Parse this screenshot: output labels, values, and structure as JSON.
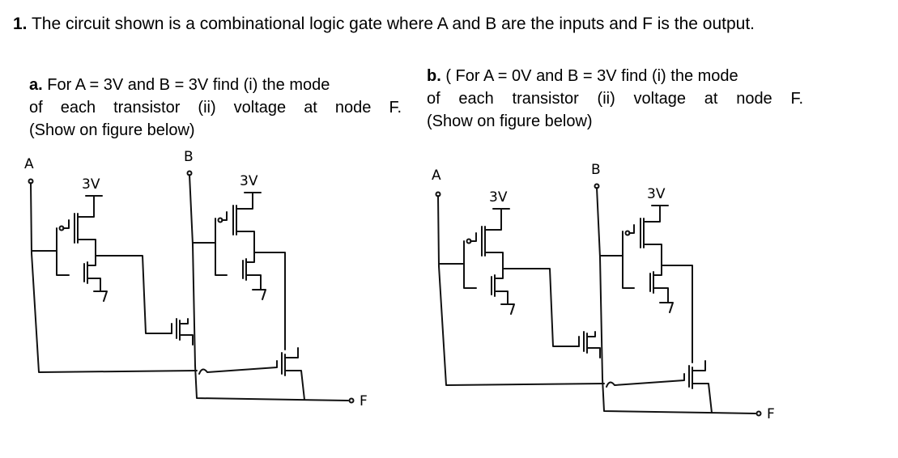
{
  "question": {
    "number": "1.",
    "text": "The circuit shown is a combinational logic gate where A and B are the inputs and F is the output."
  },
  "part_a": {
    "label": "a.",
    "line1": "For A = 3V and B = 3V find (i) the mode",
    "line2": "of each transistor (ii) voltage at node F.",
    "line3": "(Show on figure below)"
  },
  "part_b": {
    "label": "b.",
    "line1": "( For A = 0V and B = 3V find (i) the mode",
    "line2": "of each transistor (ii) voltage at node F.",
    "line3": "(Show on figure below)"
  },
  "figure_a": {
    "input_a": "A",
    "input_b": "B",
    "supply_left": "3V",
    "supply_right": "3V",
    "output": "F"
  },
  "figure_b": {
    "input_a": "A",
    "input_b": "B",
    "supply_left": "3V",
    "supply_right": "3V",
    "output": "F"
  }
}
